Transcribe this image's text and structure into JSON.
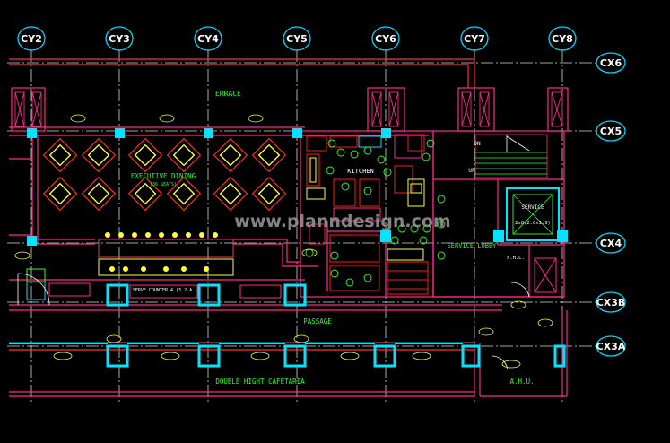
{
  "grid": {
    "columns": [
      "CY2",
      "CY3",
      "CY4",
      "CY5",
      "CY6",
      "CY7",
      "CY8"
    ],
    "rows": [
      "CX6",
      "CX5",
      "CX4",
      "CX3B",
      "CX3A"
    ]
  },
  "rooms": {
    "terrace": "TERRACE",
    "executive_dining": "EXECUTIVE DINING",
    "executive_dining_sub": "(36 SEATS)",
    "kitchen": "KITCHEN",
    "service_lobby": "SERVICE LOBBY",
    "service_lift": "SERVICE",
    "service_lift_sub": "2x0(2.0x1.9)",
    "fhc": "F.H.C.",
    "passage": "PASSAGE",
    "cafeteria": "DOUBLE HIGHT CAFETARIA",
    "ahu": "A.H.U.",
    "serve_counter": "SERVE COUNTER 4 (3.2 A.)",
    "dn": "DN",
    "up": "UP"
  },
  "watermark": "www.planndesign.com",
  "colors": {
    "background": "#000000",
    "grid_line": "#ffffff",
    "bubble": "#00d8ff",
    "wall": "#ff2a8a",
    "column": "#00e5ff",
    "text": "#2cff2c",
    "furniture": "#ffff33",
    "kitchen_equipment": "#ff1a1a"
  }
}
